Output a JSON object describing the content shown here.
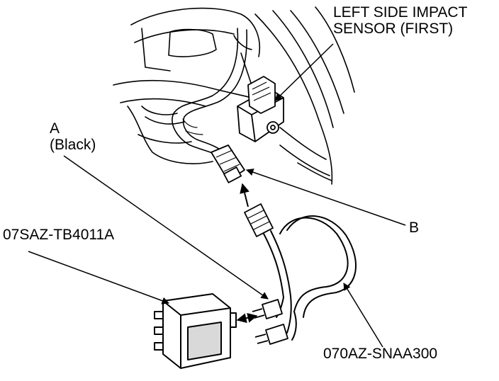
{
  "diagram": {
    "callouts": {
      "sensor": {
        "line1": "LEFT SIDE IMPACT",
        "line2": "SENSOR (FIRST)"
      },
      "connector_a": {
        "line1": "A",
        "line2": "(Black)"
      },
      "connector_b": {
        "line1": "B"
      },
      "tool_box": {
        "line1": "07SAZ-TB4011A"
      },
      "harness": {
        "line1": "070AZ-SNAA300"
      }
    },
    "colors": {
      "ink": "#000000",
      "paper": "#ffffff",
      "shade": "#d9d9d9"
    },
    "icons": [
      "impact-sensor-icon",
      "connector-icon",
      "test-box-icon",
      "harness-cable-icon",
      "arrow-icon"
    ]
  }
}
